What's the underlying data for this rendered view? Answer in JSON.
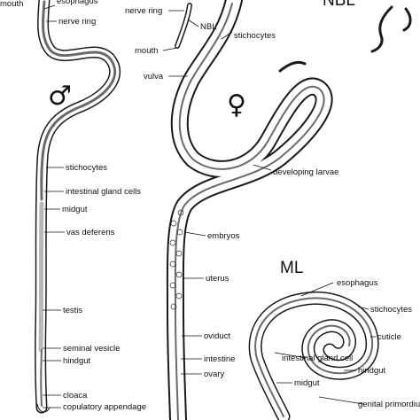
{
  "labels": {
    "male_mouth": "mouth",
    "male_esophagus": "esophagus",
    "male_nerve_ring": "nerve ring",
    "male_stichocytes": "stichocytes",
    "male_intestinal_gland_cells": "intestinal gland cells",
    "male_midgut": "midgut",
    "male_vas_deferens": "vas deferens",
    "male_testis": "testis",
    "male_seminal_vesicle": "seminal vesicle",
    "male_hindgut": "hindgut",
    "male_cloaca": "cloaca",
    "male_copulatory_appendage": "copulatory appendage",
    "female_nerve_ring": "nerve ring",
    "female_nbl": "NBL",
    "female_stichocytes": "stichocytes",
    "female_mouth": "mouth",
    "female_vulva": "vulva",
    "female_developing_larvae": "developing larvae",
    "female_embryos": "embryos",
    "female_uterus": "uterus",
    "female_oviduct": "oviduct",
    "female_intestine": "intestine",
    "female_ovary": "ovary",
    "ml_title": "ML",
    "ml_esophagus": "esophagus",
    "ml_stichocytes": "stichocytes",
    "ml_cuticle": "cuticle",
    "ml_intestinal_gland_cell": "intestinal gland cell",
    "ml_hindgut": "hindgut",
    "ml_midgut": "midgut",
    "ml_genital_primordium": "genital primordium",
    "nbl_title": "NBL"
  },
  "symbols": {
    "male": "♂",
    "female": "♀"
  }
}
